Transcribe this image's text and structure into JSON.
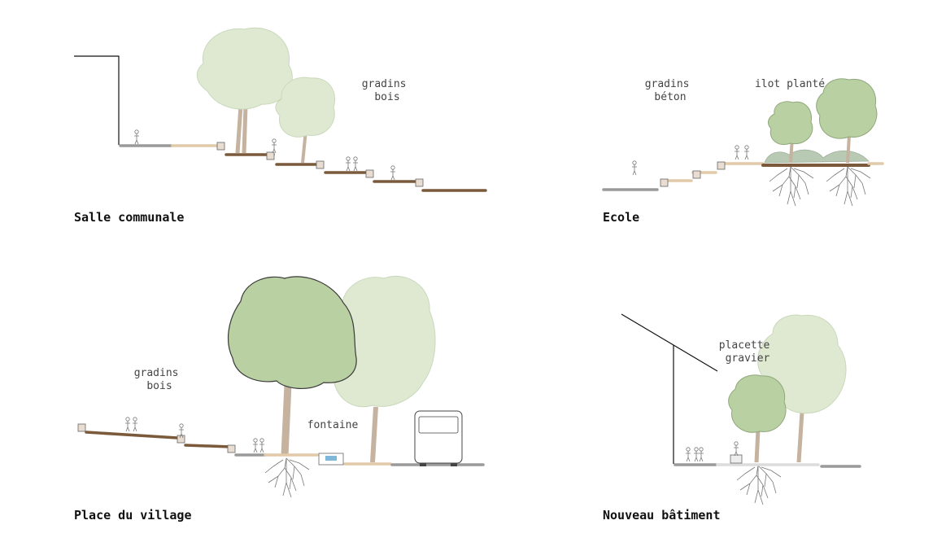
{
  "sections": [
    {
      "title": "Salle communale",
      "annotations": [
        {
          "lines": [
            "gradins",
            "bois"
          ]
        }
      ]
    },
    {
      "title": "Ecole",
      "annotations": [
        {
          "lines": [
            "gradins",
            "béton"
          ]
        },
        {
          "lines": [
            "ilot planté"
          ]
        }
      ]
    },
    {
      "title": "Place du village",
      "annotations": [
        {
          "lines": [
            "gradins",
            "bois"
          ]
        },
        {
          "lines": [
            "fontaine"
          ]
        }
      ]
    },
    {
      "title": "Nouveau bâtiment",
      "annotations": [
        {
          "lines": [
            "placette",
            "gravier"
          ]
        }
      ]
    }
  ],
  "colors": {
    "paving_gray": "#9a9a9a",
    "paving_sand": "#e2c9a8",
    "wood_brown": "#7a5a3a",
    "tree_light": "#dfe9d2",
    "tree_mid": "#b9d0a2",
    "trunk": "#c5b3a0",
    "text": "#111111"
  }
}
